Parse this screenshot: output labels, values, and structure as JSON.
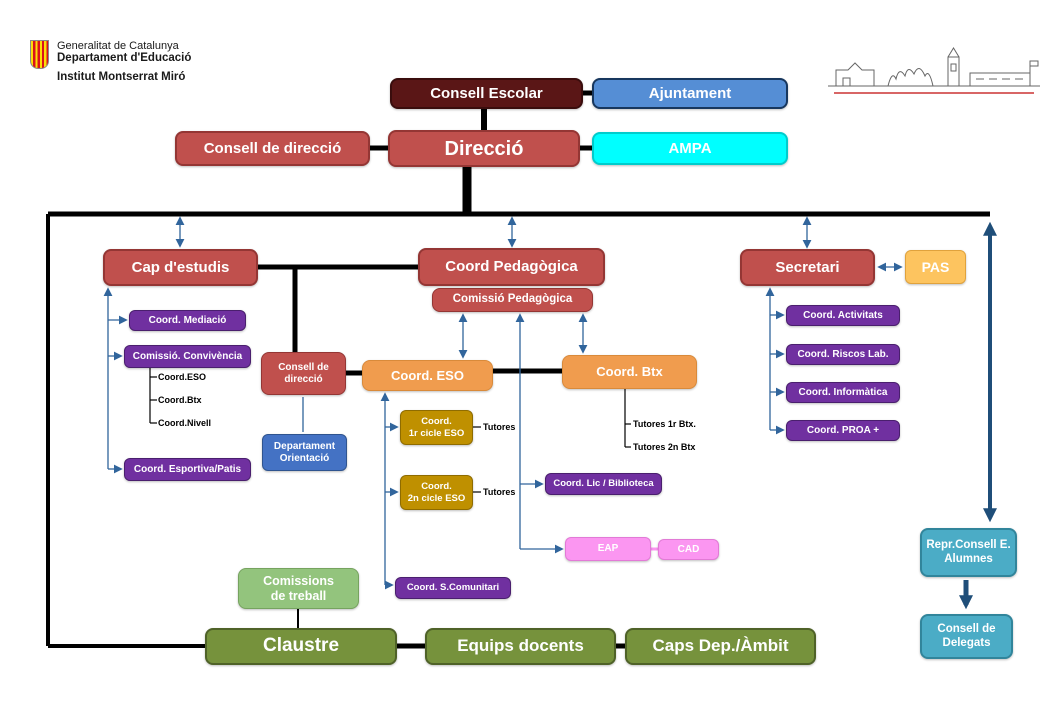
{
  "header": {
    "org_line1": "Generalitat de Catalunya",
    "org_line2": "Departament d'Educació",
    "school": "Institut Montserrat Miró"
  },
  "nodes": {
    "consell_escolar": "Consell Escolar",
    "ajuntament": "Ajuntament",
    "consell_direccio": "Consell de direcció",
    "direccio": "Direcció",
    "ampa": "AMPA",
    "cap_estudis": "Cap d'estudis",
    "coord_pedagogica": "Coord Pedagògica",
    "comissio_pedagogica": "Comissió Pedagògica",
    "secretari": "Secretari",
    "pas": "PAS",
    "coord_mediacio": "Coord. Mediació",
    "comissio_convivencia": "Comissió. Convivència",
    "convivencia_subs": [
      "Coord.ESO",
      "Coord.Btx",
      "Coord.Nivell"
    ],
    "coord_esportiva": "Coord. Esportiva/Patis",
    "consell_direccio_small": "Consell de\ndirecció",
    "departament_orientacio": "Departament\nOrientació",
    "coord_eso": "Coord. ESO",
    "coord_btx": "Coord. Btx",
    "coord_1r_cicle": "Coord.\n1r cicle ESO",
    "coord_2n_cicle": "Coord.\n2n cicle ESO",
    "tutores_eso_1": "Tutores",
    "tutores_eso_2": "Tutores",
    "tutores_btx_1": "Tutores 1r Btx.",
    "tutores_btx_2": "Tutores 2n Btx",
    "coord_lic_biblioteca": "Coord. Lic / Biblioteca",
    "eap": "EAP",
    "cad": "CAD",
    "coord_s_comunitari": "Coord. S.Comunitari",
    "coord_activitats": "Coord. Activitats",
    "coord_riscos": "Coord. Riscos Lab.",
    "coord_informatica": "Coord. Informàtica",
    "coord_proa": "Coord. PROA +",
    "repr_consell_alumnes": "Repr.Consell E.\nAlumnes",
    "consell_delegats": "Consell de\nDelegats",
    "comissions_treball": "Comissions\nde treball",
    "claustre": "Claustre",
    "equips_docents": "Equips docents",
    "caps_dep_ambit": "Caps Dep./Àmbit"
  },
  "colors": {
    "maroon": "#5A1616",
    "brick": "#C0504D",
    "blue": "#558ED5",
    "cyan": "#00FFFF",
    "yellow": "#FDC45F",
    "purple": "#7030A0",
    "orange": "#F09C4E",
    "gold": "#BF9000",
    "royal": "#4472C4",
    "pink": "#FB96F1",
    "teal": "#4BACC6",
    "lightgreen": "#93C47D",
    "olive": "#76923C",
    "arrow_blue": "#31659C",
    "arrow_navy": "#1F4E79"
  }
}
